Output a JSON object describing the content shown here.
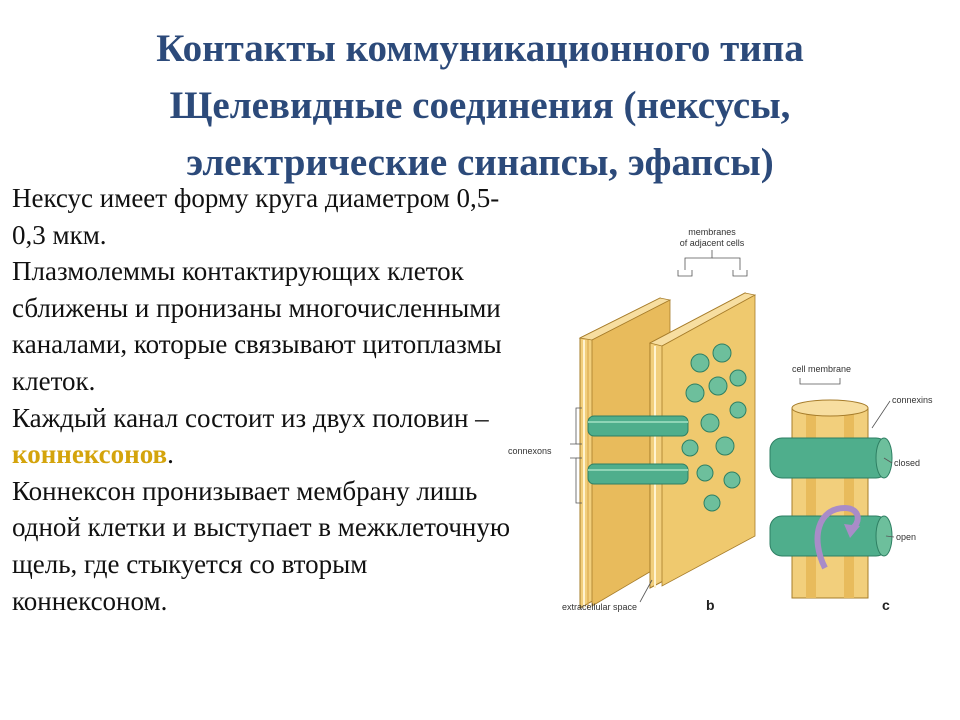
{
  "title": {
    "line1": "Контакты коммуникационного типа",
    "line2": "Щелевидные соединения (нексусы,",
    "line3": "электрические синапсы, эфапсы)"
  },
  "body": {
    "p1": "Нексус имеет форму круга диаметром 0,5-0,3 мкм.",
    "p2": "Плазмолеммы контактирующих клеток сближены и пронизаны многочисленными каналами, которые связывают цитоплазмы клеток.",
    "p3_before": "Каждый канал состоит из двух половин – ",
    "p3_highlight": "коннексонов",
    "p3_after": ".",
    "p4": "Коннексон пронизывает мембрану лишь одной клетки и выступает в межклеточную щель, где стыкуется со вторым коннексоном."
  },
  "figure": {
    "label_membranes_1": "membranes",
    "label_membranes_2": "of adjacent cells",
    "label_connexons": "connexons",
    "label_extracellular": "extracellular space",
    "label_cell_membrane": "cell membrane",
    "label_connexins": "connexins",
    "label_closed": "closed",
    "label_open": "open",
    "panel_b": "b",
    "panel_c": "c"
  },
  "colors": {
    "title": "#2c4a7a",
    "highlight": "#d4a40c",
    "membrane": "#f2cf7c",
    "membrane_dark": "#d8a647",
    "connexon": "#4fae8c",
    "connexon_dark": "#2e7f63",
    "arrow": "#a98cc8"
  }
}
